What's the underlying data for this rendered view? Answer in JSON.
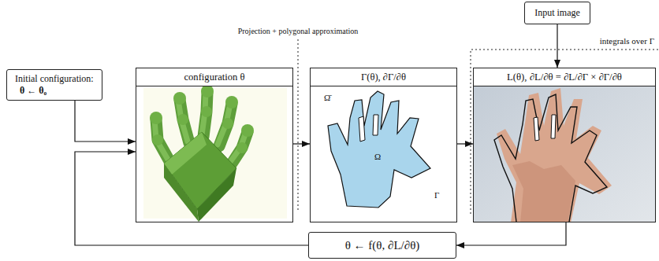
{
  "diagram": {
    "nodes": [
      {
        "text": [
          "Initial configuration:",
          "θ ← θ₀"
        ]
      },
      {
        "text": [
          "configuration θ"
        ]
      },
      {
        "text": [
          "Γ(θ), ∂Γ/∂θ"
        ]
      },
      {
        "text": [
          "Input image"
        ]
      },
      {
        "text": [
          "L(θ), ∂L/∂θ = ∂L/∂Γ × ∂Γ/∂θ"
        ]
      },
      {
        "text": [
          "θ ← f(θ, ∂L/∂θ)"
        ]
      }
    ],
    "edges": [
      {
        "from": 0,
        "to": 1,
        "arrow": "to"
      },
      {
        "from": 5,
        "to": 1,
        "arrow": "to"
      },
      {
        "from": 1,
        "to": 2,
        "arrow": "to"
      },
      {
        "from": 2,
        "to": 4,
        "arrow": "to"
      },
      {
        "from": 3,
        "to": 4,
        "arrow": "to"
      },
      {
        "from": 4,
        "to": 5,
        "arrow": "to"
      }
    ],
    "labels": [
      "Projection + polygonal approximation",
      "integrals over Γ",
      "Ω̄",
      "Ω",
      "Γ"
    ]
  }
}
